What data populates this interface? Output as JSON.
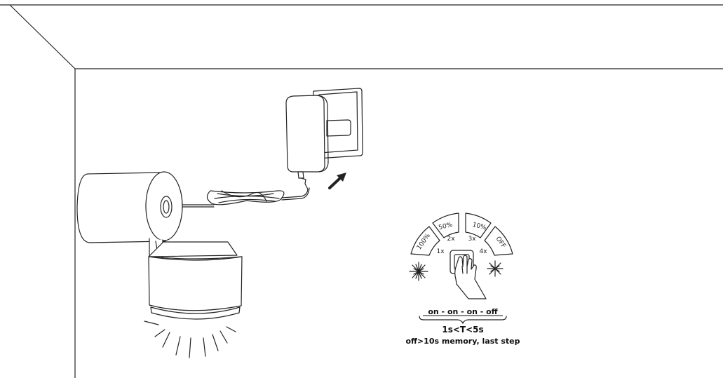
{
  "diagram": {
    "dimmer_steps": [
      {
        "level": "100%",
        "presses": "1x"
      },
      {
        "level": "50%",
        "presses": "2x"
      },
      {
        "level": "10%",
        "presses": "3x"
      },
      {
        "level": "OFF",
        "presses": "4x"
      }
    ],
    "sequence_text": "on - on - on - off",
    "timing_text": "1s<T<5s",
    "memory_text": "off>10s memory, last step"
  },
  "colors": {
    "line": "#222222",
    "background": "#ffffff"
  },
  "icons": [
    "room-corner-outline",
    "power-adapter",
    "wall-socket",
    "insert-arrow-icon",
    "coiled-cable",
    "wall-spotlight",
    "light-rays",
    "wall-switch",
    "pressing-hand-icon",
    "bright-light-icon",
    "dim-light-icon"
  ]
}
